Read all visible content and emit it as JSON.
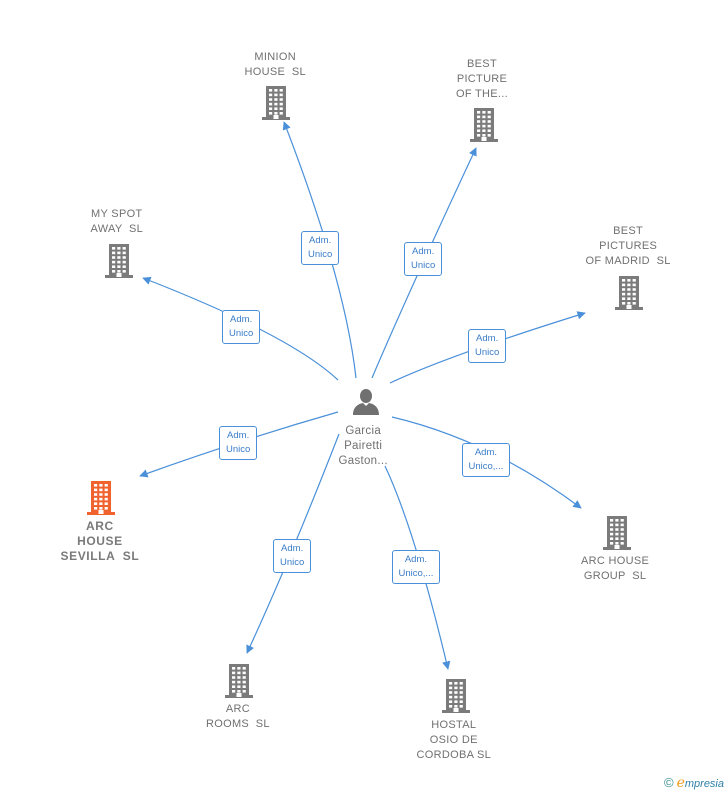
{
  "center": {
    "lines": [
      "Garcia",
      "Pairetti",
      "Gaston..."
    ]
  },
  "nodes": [
    {
      "id": "minion",
      "lines": [
        "MINION",
        "HOUSE  SL"
      ],
      "highlight": false
    },
    {
      "id": "best-picture",
      "lines": [
        "BEST",
        "PICTURE",
        "OF THE..."
      ],
      "highlight": false
    },
    {
      "id": "my-spot",
      "lines": [
        "MY SPOT",
        "AWAY  SL"
      ],
      "highlight": false
    },
    {
      "id": "best-pictures-madrid",
      "lines": [
        "BEST",
        "PICTURES",
        "OF MADRID  SL"
      ],
      "highlight": false
    },
    {
      "id": "arc-house-sevilla",
      "lines": [
        "ARC",
        "HOUSE",
        "SEVILLA  SL"
      ],
      "highlight": true
    },
    {
      "id": "arc-house-group",
      "lines": [
        "ARC HOUSE",
        "GROUP  SL"
      ],
      "highlight": false
    },
    {
      "id": "arc-rooms",
      "lines": [
        "ARC",
        "ROOMS  SL"
      ],
      "highlight": false
    },
    {
      "id": "hostal-osio",
      "lines": [
        "HOSTAL",
        "OSIO DE",
        "CORDOBA SL"
      ],
      "highlight": false
    }
  ],
  "edges": [
    {
      "to": "minion",
      "lines": [
        "Adm.",
        "Unico"
      ]
    },
    {
      "to": "best-picture",
      "lines": [
        "Adm.",
        "Unico"
      ]
    },
    {
      "to": "my-spot",
      "lines": [
        "Adm.",
        "Unico"
      ]
    },
    {
      "to": "best-pictures-madrid",
      "lines": [
        "Adm.",
        "Unico"
      ]
    },
    {
      "to": "arc-house-sevilla",
      "lines": [
        "Adm.",
        "Unico"
      ]
    },
    {
      "to": "arc-house-group",
      "lines": [
        "Adm.",
        "Unico,..."
      ]
    },
    {
      "to": "arc-rooms",
      "lines": [
        "Adm.",
        "Unico"
      ]
    },
    {
      "to": "hostal-osio",
      "lines": [
        "Adm.",
        "Unico,..."
      ]
    }
  ],
  "colors": {
    "edge": "#4a90d9",
    "building": "#7b7b7b",
    "highlight": "#f0622e",
    "person": "#707070"
  },
  "brand": {
    "copyright": "©",
    "initial": "e",
    "name": "mpresia"
  }
}
